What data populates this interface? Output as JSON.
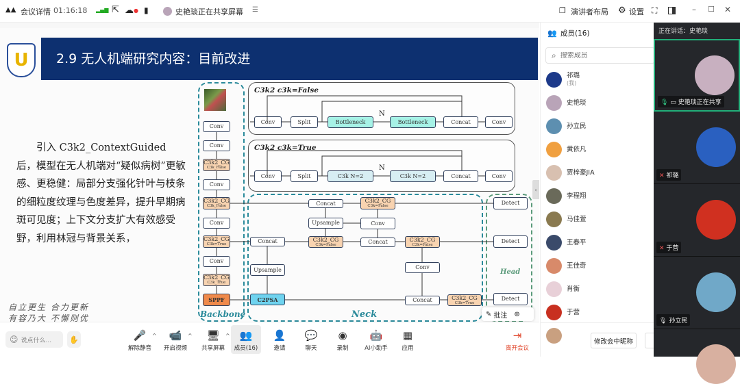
{
  "topbar": {
    "meeting_details": "会议详情",
    "elapsed": "01:16:18",
    "sharing_status": "史艳琰正在共享屏幕",
    "layout_label": "演讲者布局",
    "settings_label": "设置"
  },
  "slide": {
    "title": "2.9 无人机端研究内容：目前改进",
    "logo_text": "U",
    "paragraph": "引入 C3k2_ContextGuided 后，模型在无人机端对“疑似病树”更敏感、更稳健：局部分支强化针叶与枝条的细粒度纹理与色度差异，提升早期病斑可见度；上下文分支扩大有效感受野，利用林冠与背景关系，",
    "motto_line1": "自立更生 合力更新",
    "motto_line2": "有容乃大 不懈则优",
    "diagram": {
      "backbone_label": "Backbone",
      "neck_label": "Neck",
      "head_label": "Head",
      "backbone": [
        {
          "t": "Conv"
        },
        {
          "t": "Conv"
        },
        {
          "t": "C3k2_CG",
          "s": "C3k_False"
        },
        {
          "t": "Conv"
        },
        {
          "t": "C3k2_CG",
          "s": "C3k_False"
        },
        {
          "t": "Conv"
        },
        {
          "t": "C3k2_CG",
          "s": "C3k=True"
        },
        {
          "t": "Conv"
        },
        {
          "t": "C3k2_CG",
          "s": "C3k_True"
        },
        {
          "t": "SPPF"
        }
      ],
      "panel_false": {
        "title": "C3k2 c3k=False",
        "nodes": [
          "Conv",
          "Split",
          "Bottleneck",
          "Bottleneck",
          "Concat",
          "Conv"
        ],
        "n": "N"
      },
      "panel_true": {
        "title": "C3k2 c3k=True",
        "nodes": [
          "Conv",
          "Split",
          "C3k N=2",
          "C3k N=2",
          "Concat",
          "Conv"
        ],
        "n": "N"
      },
      "neck": {
        "concat_top": "Concat",
        "c3k2_top": "C3k2_CG",
        "c3k2_top_sub": "C3k=False",
        "upsample_top": "Upsample",
        "conv_top": "Conv",
        "concat_mid_left": "Concat",
        "c3k2_mid": "C3k2_CG",
        "c3k2_mid_sub": "C3k=False",
        "concat_mid": "Concat",
        "c3k2_mid_right": "C3k2_CG",
        "c3k2_mid_right_sub": "C3k=False",
        "upsample_low": "Upsample",
        "conv_low": "Conv",
        "c2psa": "C2PSA",
        "concat_bottom": "Concat",
        "c3k2_bottom": "C3k2_CG",
        "c3k2_bottom_sub": "C3k=True"
      },
      "head": [
        "Detect",
        "Detect",
        "Detect"
      ]
    },
    "annotate_label": "批注"
  },
  "members": {
    "title": "成员(16)",
    "search_placeholder": "搜索成员",
    "items": [
      {
        "name": "祁璐",
        "sub": "(我)",
        "color": "#1d3a8a"
      },
      {
        "name": "史艳琰",
        "color": "#b9a4b8"
      },
      {
        "name": "孙立民",
        "color": "#5d8fb0"
      },
      {
        "name": "黄依凡",
        "color": "#f0a040"
      },
      {
        "name": "贾梓豪JIA",
        "color": "#d8c0b0"
      },
      {
        "name": "李程翔",
        "color": "#6a6a5a"
      },
      {
        "name": "马佳萱",
        "color": "#8a7a50"
      },
      {
        "name": "王春平",
        "color": "#3a4a6a"
      },
      {
        "name": "王佳奇",
        "color": "#d88a6a"
      },
      {
        "name": "肖衡",
        "color": "#e8d0d8"
      },
      {
        "name": "于营",
        "color": "#c83020"
      }
    ],
    "rename_button": "修改会中昵称"
  },
  "video": {
    "speaking_label": "正在讲话：",
    "speaking_name": "史艳琰",
    "tiles": [
      {
        "label": "史艳琰正在共享",
        "color": "#c8b0c0"
      },
      {
        "label": "祁璐",
        "color": "#2a60c0"
      },
      {
        "label": "于营",
        "color": "#d03020"
      },
      {
        "label": "孙立民",
        "color": "#70a8c8"
      }
    ]
  },
  "toolbar": {
    "chat_placeholder": "说点什么...",
    "items": [
      "解除静音",
      "开启视频",
      "共享屏幕",
      "成员(16)",
      "邀请",
      "聊天",
      "录制",
      "AI小助手",
      "应用"
    ],
    "leave": "离开会议"
  }
}
